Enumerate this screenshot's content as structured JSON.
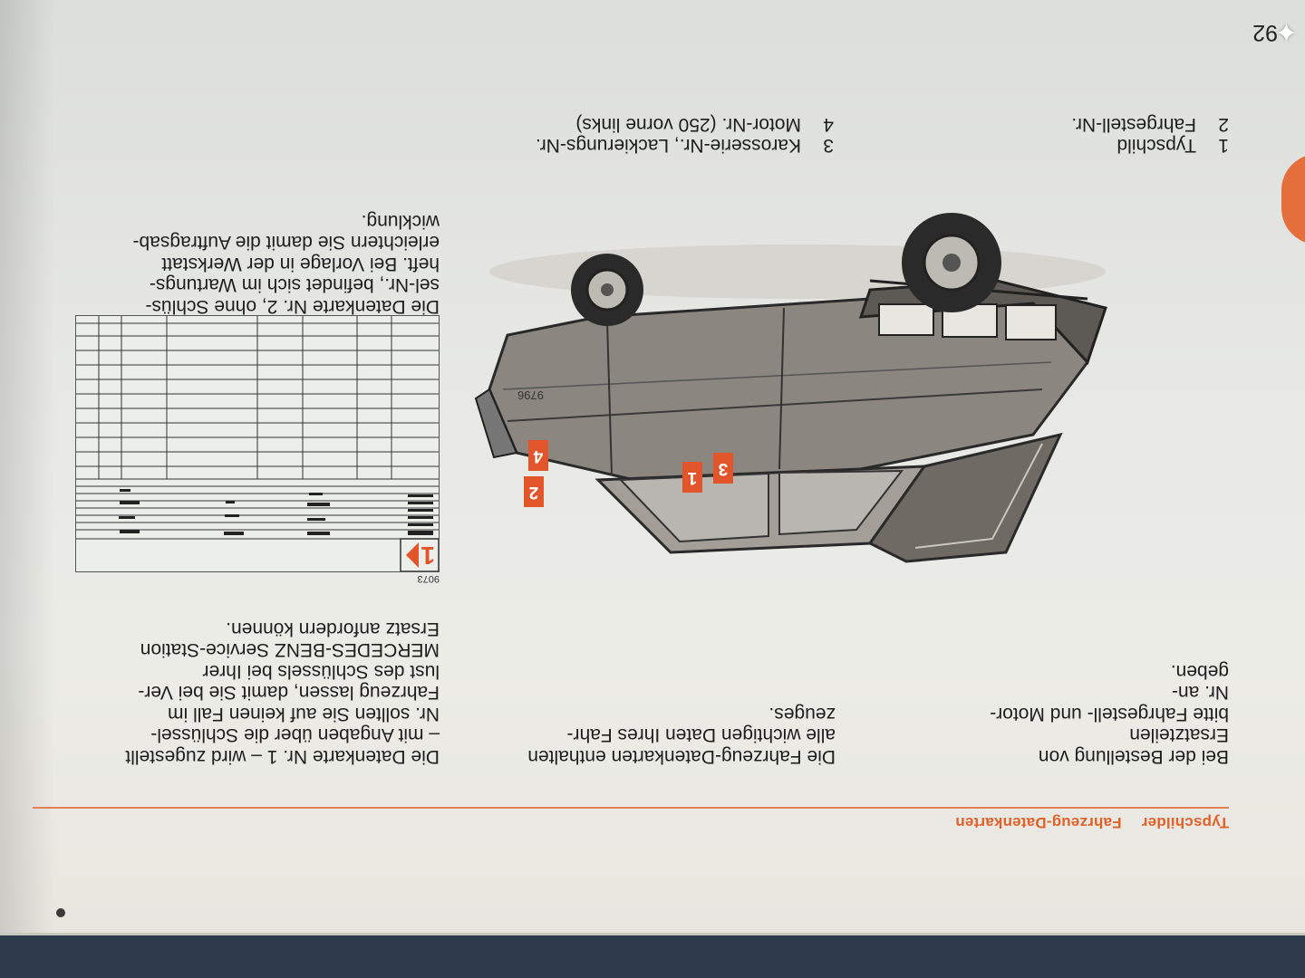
{
  "page": {
    "number": "92",
    "header_left": "Typschilder",
    "header_right": "Fahrzeug-Datenkarten"
  },
  "col1": {
    "text": "Bei der Bestellung von Ersatzteilen\nbitte Fahrgestell- und Motor-Nr. an-\ngeben."
  },
  "col2": {
    "text": "Die Fahrzeug-Datenkarten enthalten\nalle wichtigen Daten Ihres Fahr-\nzeuges."
  },
  "col3": {
    "text": "Die Datenkarte Nr. 1 – wird zugestellt\n– mit Angaben über die Schlüssel-\nNr. sollten Sie auf keinen Fall im\nFahrzeug lassen, damit Sie bei Ver-\nlust des Schlüssels bei Ihrer\nMERCEDES-BENZ Service-Station\nErsatz anfordern können.",
    "text2": "Die Datenkarte Nr. 2, ohne Schlüs-\nsel-Nr., befindet sich im Wartungs-\nheft. Bei Vorlage in der Werkstatt\nerleichtern Sie damit die Auftragsab-\nwicklung."
  },
  "legend_left": [
    {
      "n": "1",
      "label": "Typschild"
    },
    {
      "n": "2",
      "label": "Fahrgestell-Nr."
    }
  ],
  "legend_right": [
    {
      "n": "3",
      "label": "Karosserie-Nr., Lackierungs-Nr."
    },
    {
      "n": "4",
      "label": "Motor-Nr. (250 vorne links)"
    }
  ],
  "figure": {
    "car_number": "9796",
    "card_number": "9073",
    "card_badge": "1",
    "markers": [
      "1",
      "3",
      "4",
      "2"
    ]
  },
  "colors": {
    "accent": "#e0612a",
    "ink": "#1e1e1e",
    "paper": "#e8e8e3"
  }
}
